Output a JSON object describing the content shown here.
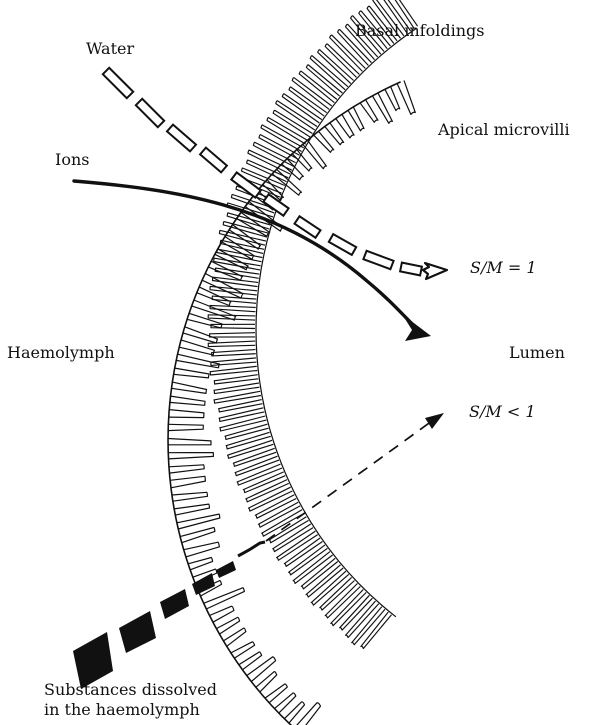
{
  "labels": {
    "water": "Water",
    "basal_infoldings": "Basal infoldings",
    "apical_microvilli": "Apical microvilli",
    "ions": "Ions",
    "sm_equal": "S/M = 1",
    "haemolymph": "Haemolymph",
    "lumen": "Lumen",
    "sm_less": "S/M < 1",
    "substances_line1": "Substances dissolved",
    "substances_line2": "in the haemolymph"
  },
  "colors": {
    "ink": "#111111",
    "background": "#ffffff"
  }
}
